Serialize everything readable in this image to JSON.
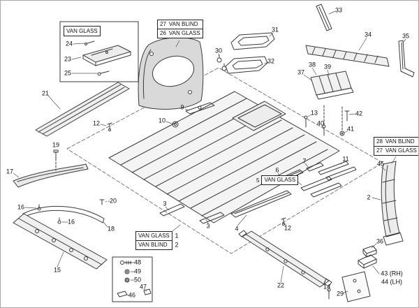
{
  "figure": {
    "background": "#ffffff",
    "line_color": "#3a3a3a",
    "border_color": "#a8a8a8"
  },
  "boxes": {
    "top_left": {
      "title": "VAN GLASS"
    },
    "top": {
      "row1_num": "27",
      "row1_text": "VAN BLIND",
      "row2_num": "26",
      "row2_text": "VAN GLASS"
    },
    "right": {
      "row1_num": "28",
      "row1_text": "VAN BLIND",
      "row2_num": "27",
      "row2_text": "VAN GLASS"
    },
    "center": {
      "num": "5",
      "text": "VAN GLASS"
    },
    "bottom": {
      "row1_text": "VAN GLASS",
      "row1_num": "1",
      "row2_text": "VAN BLIND",
      "row2_num": "2"
    }
  },
  "callouts": {
    "c33": "33",
    "c34": "34",
    "c35": "35",
    "c31": "31",
    "c32": "32",
    "c30": "30",
    "c24": "24",
    "c23": "23",
    "c25": "25",
    "c21": "21",
    "c12a": "12",
    "c9": "9",
    "c10": "10",
    "c38": "38",
    "c37": "37",
    "c39": "39",
    "c13": "13",
    "c40": "40",
    "c42": "42",
    "c41": "41",
    "c19": "19",
    "c17": "17",
    "c11": "11",
    "c7": "7",
    "c6": "6",
    "c45": "45",
    "c20": "20",
    "c16a": "16",
    "c16b": "16",
    "c18": "18",
    "c3a": "3",
    "c3b": "3",
    "c4": "4",
    "c12b": "12",
    "c2": "2",
    "c15": "15",
    "c48": "48",
    "c49": "49",
    "c50": "50",
    "c47": "47",
    "c46": "46",
    "c36": "36",
    "c22": "22",
    "c14": "14",
    "c29": "29",
    "c43": "43 (RH)",
    "c44": "44 (LH)"
  }
}
